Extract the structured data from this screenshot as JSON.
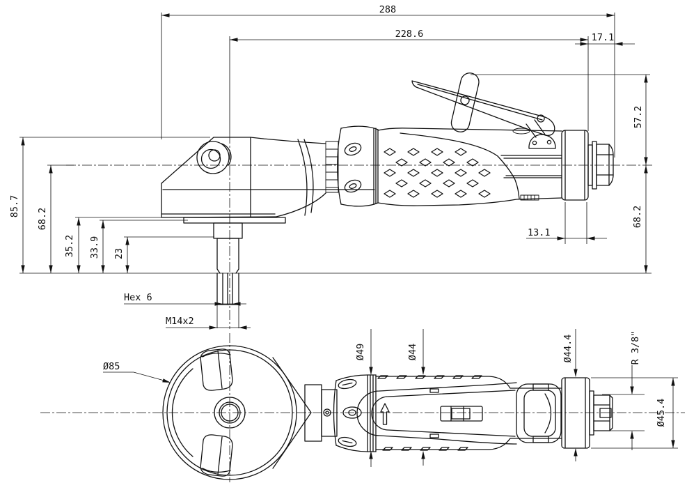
{
  "drawing": {
    "type": "technical-drawing",
    "subject": "right-angle pneumatic grinder, side view and plan view",
    "units": "mm",
    "dims": {
      "overall_length": "288",
      "length_to_spindle": "228.6",
      "inlet_protrusion": "17.1",
      "lever_top_height": "57.2",
      "axis_height_rear": "68.2",
      "rear_cap_width": "13.1",
      "head_top_height": "85.7",
      "axis_height": "68.2",
      "head_bottom_height": "35.2",
      "flange_height": "33.9",
      "collar_height": "23",
      "spindle_hex": "Hex 6",
      "spindle_thread": "M14x2",
      "disc_diameter": "Ø85",
      "clamp_ring_diameter": "Ø49",
      "housing_diameter": "Ø44",
      "rear_cap_diameter_top": "Ø44.4",
      "air_inlet_thread": "R 3/8\"",
      "rear_cap_diameter": "Ø45.4"
    }
  }
}
